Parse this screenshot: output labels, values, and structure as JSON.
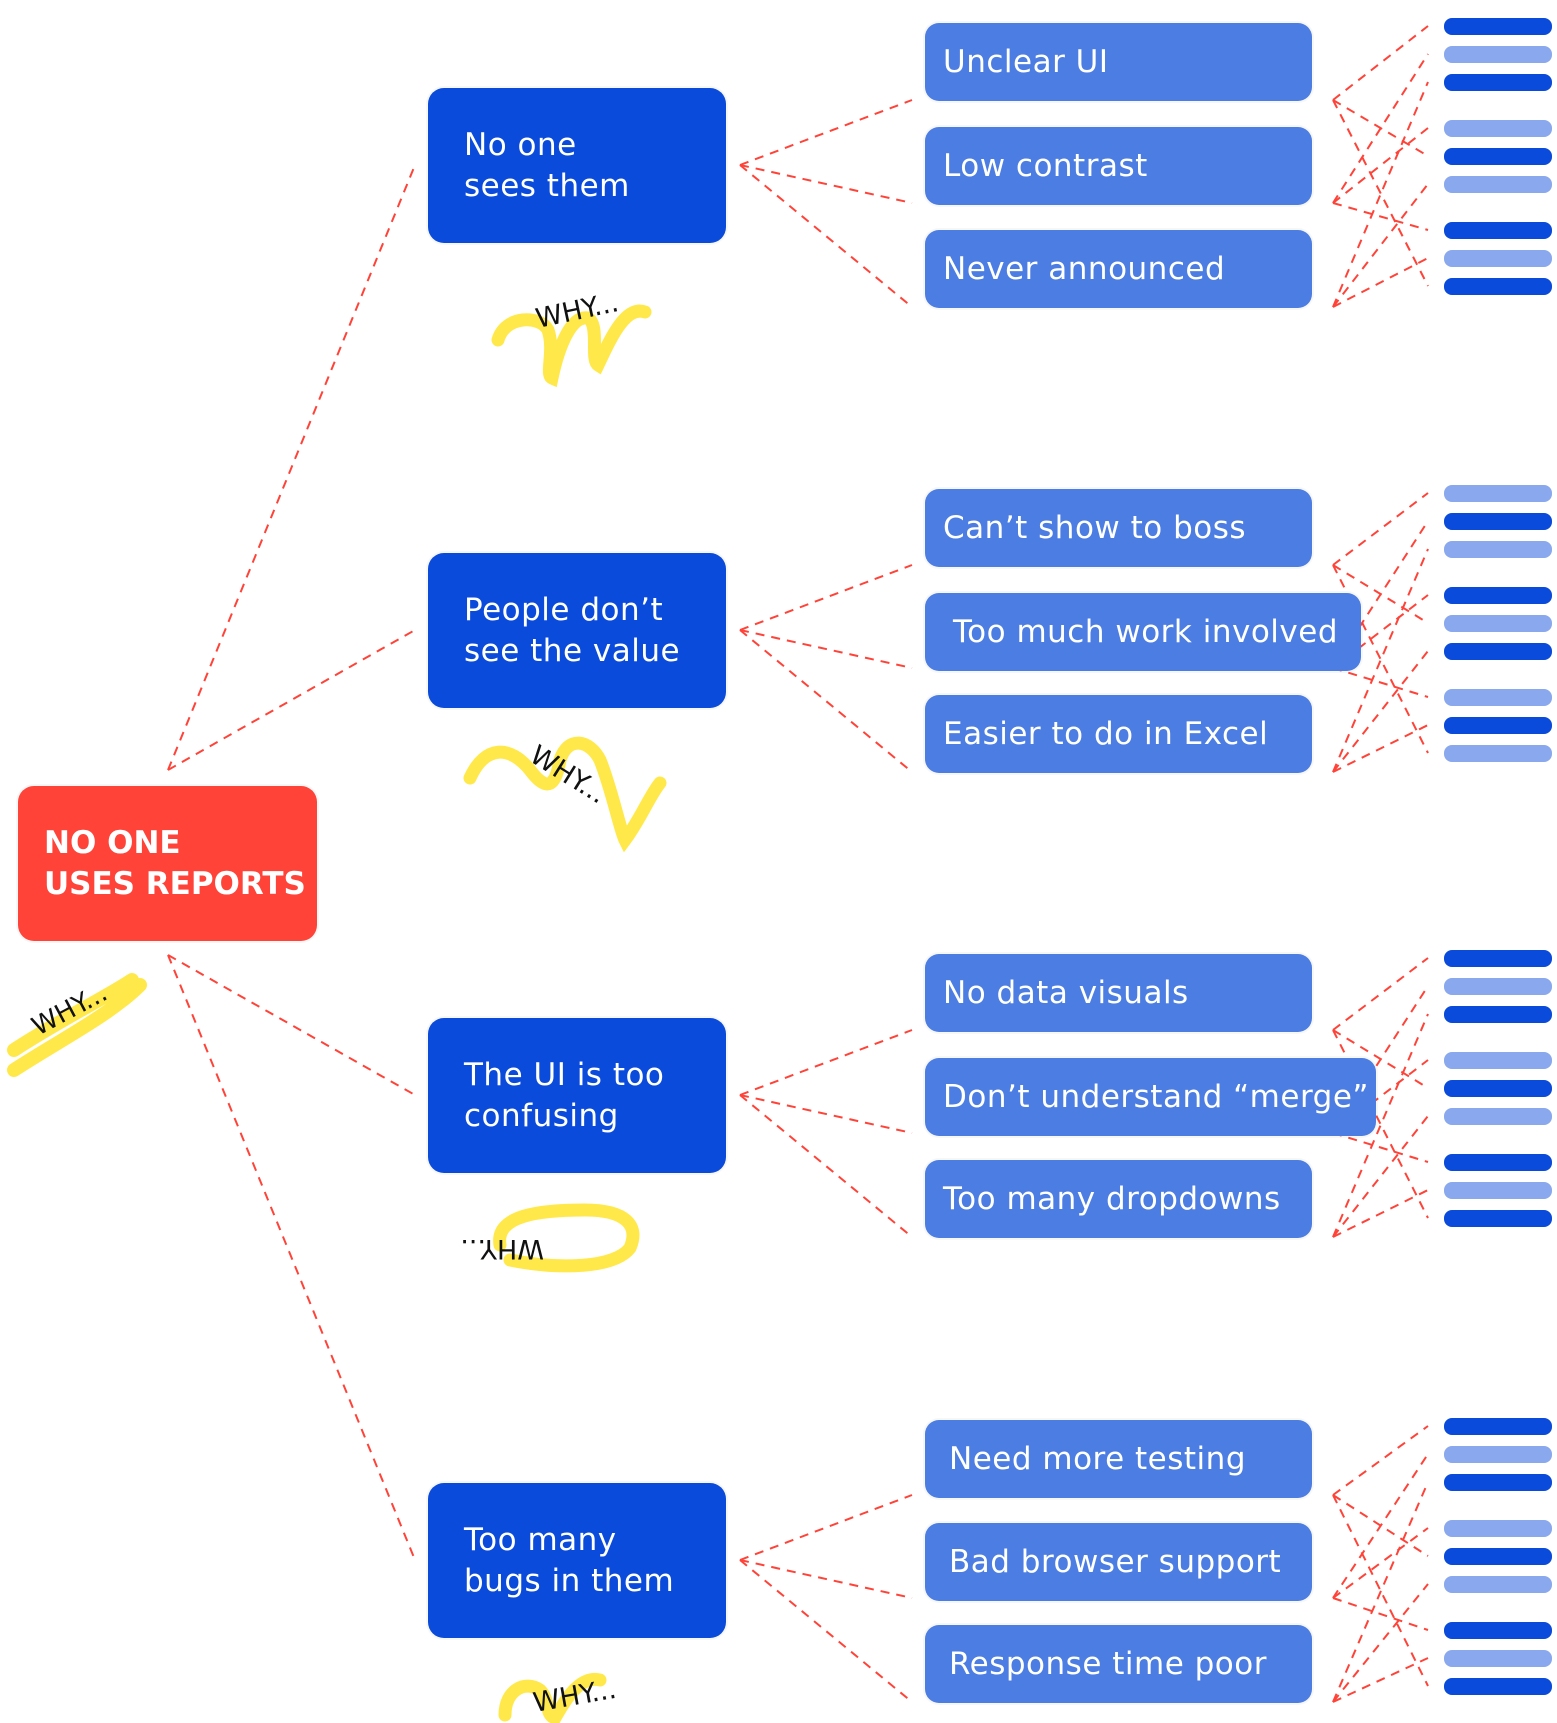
{
  "root": {
    "line1": "NO ONE",
    "line2": "USES REPORTS",
    "color": "#ff4338"
  },
  "why_label": "WHY...",
  "colors": {
    "why_box": "#0a4bdb",
    "cause_box": "#4c7de2",
    "connector": "#ff4338",
    "scribble": "#ffe94a",
    "bar_dark": "#0a4bdb",
    "bar_light": "#8aa8ee"
  },
  "branches": [
    {
      "line1": "No one",
      "line2": "sees them",
      "causes": [
        "Unclear UI",
        "Low contrast",
        "Never announced"
      ],
      "bars": [
        "dark",
        "light",
        "dark",
        "light",
        "dark",
        "light",
        "dark",
        "light",
        "dark"
      ]
    },
    {
      "line1": "People don’t",
      "line2": "see the value",
      "causes": [
        "Can’t show to boss",
        "Too much work involved",
        "Easier to do in Excel"
      ],
      "bars": [
        "light",
        "dark",
        "light",
        "dark",
        "light",
        "dark",
        "light",
        "dark",
        "light"
      ]
    },
    {
      "line1": "The UI is too",
      "line2": "confusing",
      "causes": [
        "No data visuals",
        "Don’t understand “merge”",
        "Too many dropdowns"
      ],
      "bars": [
        "dark",
        "light",
        "dark",
        "light",
        "dark",
        "light",
        "dark",
        "light",
        "dark"
      ]
    },
    {
      "line1": "Too many",
      "line2": "bugs in them",
      "causes": [
        "Need more testing",
        "Bad browser support",
        "Response time poor"
      ],
      "bars": [
        "dark",
        "light",
        "dark",
        "light",
        "dark",
        "light",
        "dark",
        "light",
        "dark"
      ]
    }
  ]
}
